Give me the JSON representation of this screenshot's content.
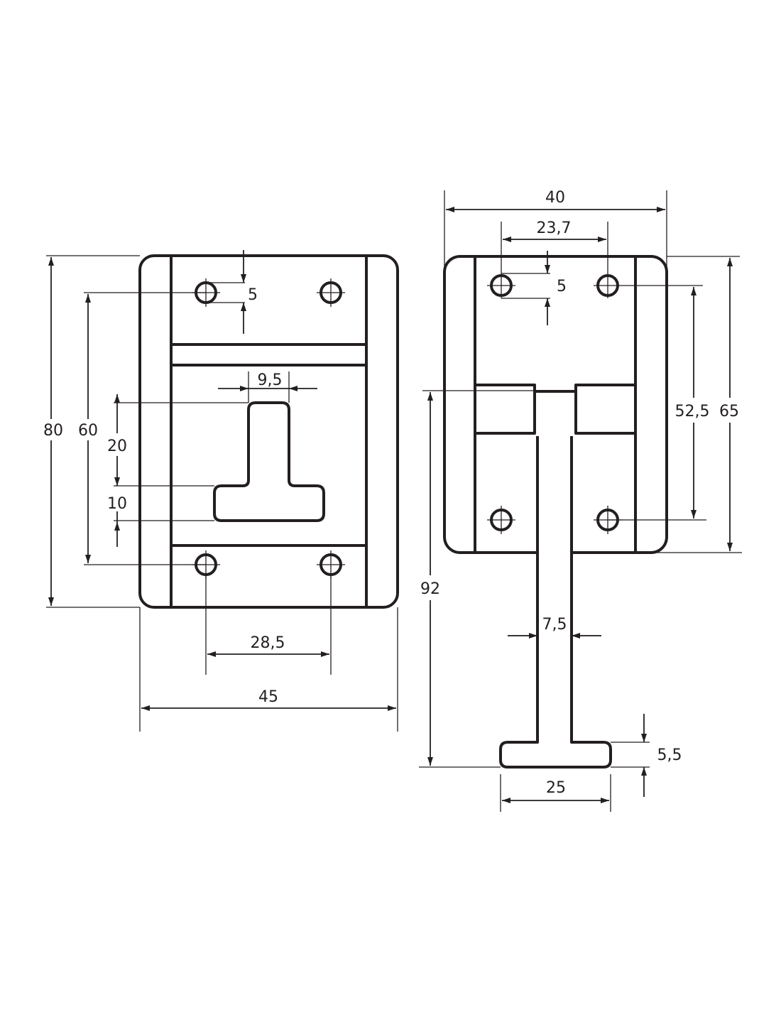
{
  "front_view": {
    "dimensions": {
      "overall_height": "80",
      "hole_spacing_vertical": "60",
      "slot_stem_height": "20",
      "slot_bar_height": "10",
      "hole_diameter": "5",
      "slot_width": "9,5",
      "hole_spacing_horizontal": "28,5",
      "overall_width": "45"
    }
  },
  "side_view": {
    "dimensions": {
      "overall_width": "40",
      "hole_spacing_horizontal": "23,7",
      "hole_diameter": "5",
      "hole_spacing_vertical": "52,5",
      "plate_height": "65",
      "overall_height": "92",
      "stem_width": "7,5",
      "foot_height": "5,5",
      "foot_width": "25"
    }
  },
  "colors": {
    "line": "#231f20",
    "background": "#ffffff"
  }
}
